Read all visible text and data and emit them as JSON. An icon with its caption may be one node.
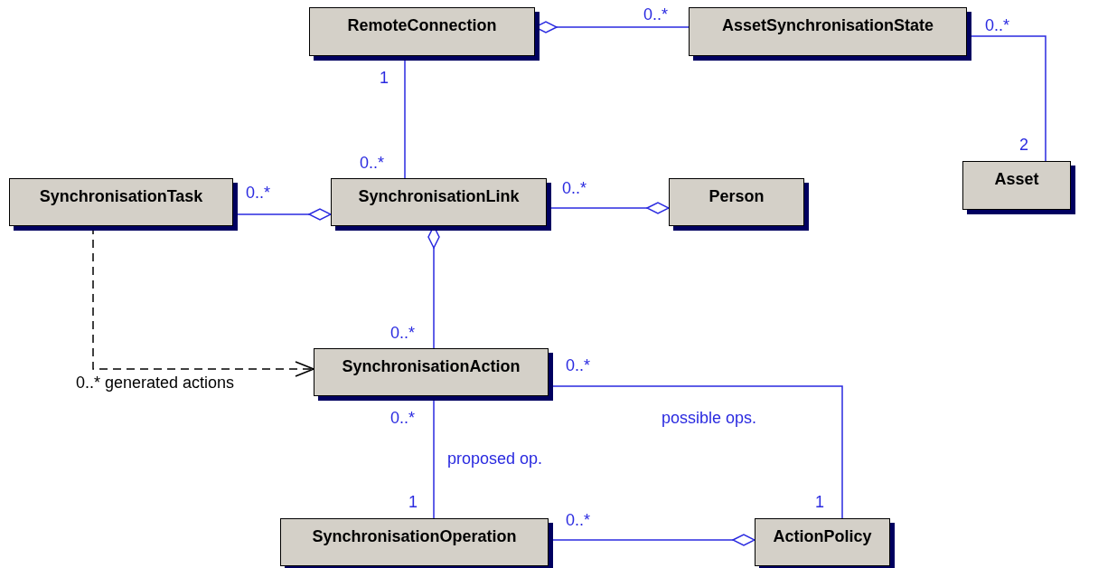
{
  "diagram": {
    "nodes": [
      {
        "text": [
          "RemoteConnection"
        ]
      },
      {
        "text": [
          "AssetSynchronisationState"
        ]
      },
      {
        "text": [
          "Asset"
        ]
      },
      {
        "text": [
          "SynchronisationTask"
        ]
      },
      {
        "text": [
          "SynchronisationLink"
        ]
      },
      {
        "text": [
          "Person"
        ]
      },
      {
        "text": [
          "SynchronisationAction"
        ]
      },
      {
        "text": [
          "SynchronisationOperation"
        ]
      },
      {
        "text": [
          "ActionPolicy"
        ]
      }
    ],
    "edges": [
      {
        "from": 1,
        "to": 0,
        "arrow": "other"
      },
      {
        "from": 1,
        "to": 2,
        "arrow": "none"
      },
      {
        "from": 0,
        "to": 4,
        "arrow": "none"
      },
      {
        "from": 3,
        "to": 4,
        "arrow": "other"
      },
      {
        "from": 4,
        "to": 5,
        "arrow": "other"
      },
      {
        "from": 6,
        "to": 4,
        "arrow": "other"
      },
      {
        "from": 3,
        "to": 6,
        "arrow": "to",
        "label": "0..* generated actions",
        "style": "dashed",
        "color": "#000000"
      },
      {
        "from": 6,
        "to": 7,
        "arrow": "none",
        "label": "proposed op."
      },
      {
        "from": 6,
        "to": 8,
        "arrow": "none",
        "label": "possible ops."
      },
      {
        "from": 7,
        "to": 8,
        "arrow": "other"
      }
    ],
    "labels": [
      "0..*",
      "0..*",
      "1",
      "2",
      "0..*",
      "0..*",
      "0..*",
      "0..*",
      "0..*",
      "0..*",
      "1",
      "1",
      "0..*"
    ]
  }
}
